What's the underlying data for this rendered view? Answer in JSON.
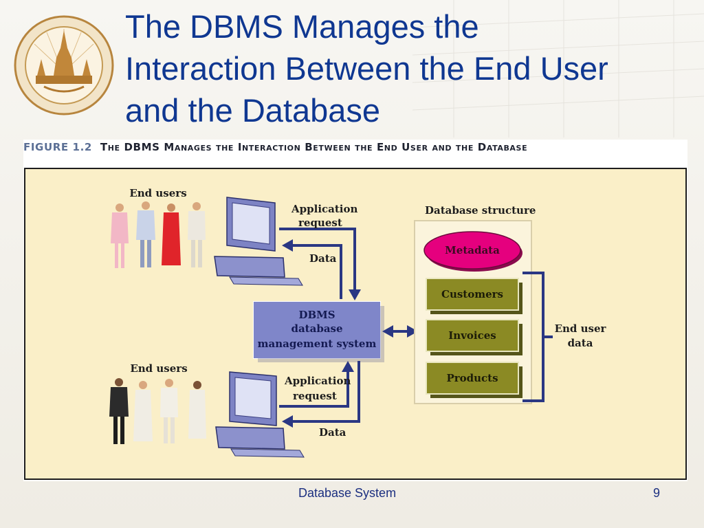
{
  "slide": {
    "title_line1": "The DBMS Manages the",
    "title_line2": "Interaction Between the End User",
    "title_line3": "and the Database",
    "footer_text": "Database System",
    "page_number": "9"
  },
  "figure": {
    "number": "FIGURE 1.2",
    "caption": "The DBMS Manages the Interaction Between the End User and the Database",
    "end_users_top": "End users",
    "end_users_bottom": "End users",
    "app_request_top_1": "Application",
    "app_request_top_2": "request",
    "app_request_bottom_1": "Application",
    "app_request_bottom_2": "request",
    "data_top": "Data",
    "data_bottom": "Data",
    "dbms_line1": "DBMS",
    "dbms_line2": "database",
    "dbms_line3": "management system",
    "db_structure": "Database structure",
    "metadata": "Metadata",
    "customers": "Customers",
    "invoices": "Invoices",
    "products": "Products",
    "end_user_data_1": "End user",
    "end_user_data_2": "data"
  },
  "colors": {
    "title_blue": "#0f3791",
    "panel_bg": "#faefc8",
    "dbms_box": "#7f86c9",
    "metadata_pink": "#e5007e",
    "table_olive": "#8b8a24",
    "arrow_navy": "#2a3783"
  }
}
